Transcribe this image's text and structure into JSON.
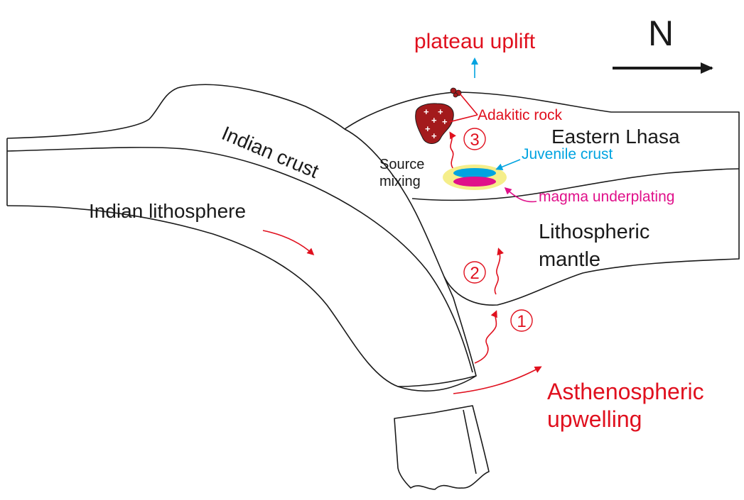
{
  "north_label": "N",
  "labels": {
    "plateau_uplift": "plateau uplift",
    "adakitic_rock": "Adakitic rock",
    "eastern_lhasa": "Eastern Lhasa",
    "juvenile_crust": "Juvenile crust",
    "source_mixing_1": "Source",
    "source_mixing_2": "mixing",
    "magma_underplating": "magma underplating",
    "indian_crust": "Indian crust",
    "indian_lithosphere": "Indian lithosphere",
    "lithospheric_mantle_1": "Lithospheric",
    "lithospheric_mantle_2": "mantle",
    "asthenospheric_upwelling_1": "Asthenospheric",
    "asthenospheric_upwelling_2": "upwelling"
  },
  "stages": {
    "stage_1": "1",
    "stage_2": "2",
    "stage_3": "3"
  },
  "colors": {
    "red": "#e0101e",
    "blue": "#00a3e0",
    "magenta": "#e0108a",
    "adakite_fill": "#a31a1c",
    "halo_yellow": "#f5ee8a",
    "outline": "#1a1a1a"
  }
}
